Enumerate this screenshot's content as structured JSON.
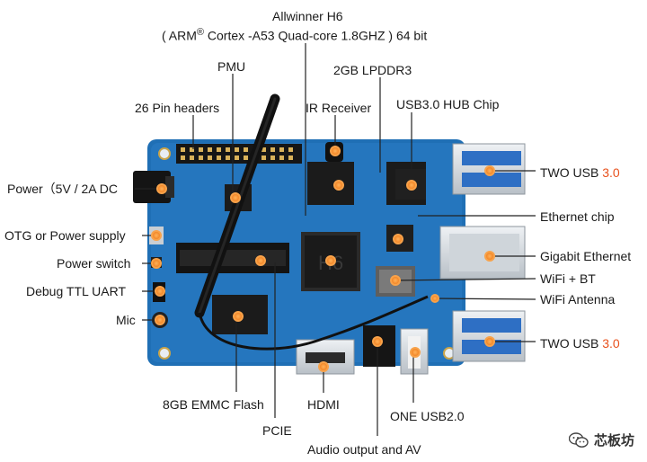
{
  "labels": {
    "soc_title": "Allwinner H6",
    "soc_detail_pre": "( ARM",
    "soc_detail_reg": "®",
    "soc_detail_post": " Cortex -A53 Quad-core 1.8GHZ ) 64 bit",
    "pmu": "PMU",
    "ram": "2GB LPDDR3",
    "pin_headers": "26 Pin headers",
    "ir_receiver": "IR Receiver",
    "usb_hub": "USB3.0 HUB Chip",
    "power": "Power（5V / 2A DC",
    "otg": "OTG or Power supply",
    "power_switch": "Power switch",
    "debug_uart": "Debug TTL UART",
    "mic": "Mic",
    "emmc": "8GB EMMC Flash",
    "hdmi": "HDMI",
    "pcie": "PCIE",
    "one_usb2": "ONE USB2.0",
    "audio": "Audio output and AV",
    "two_usb_top_pre": "TWO USB ",
    "two_usb_top_ver": "3.0",
    "ethernet_chip": "Ethernet chip",
    "gigabit": "Gigabit Ethernet",
    "wifi_bt": "WiFi + BT",
    "wifi_antenna": "WiFi Antenna",
    "two_usb_bottom_pre": "TWO USB ",
    "two_usb_bottom_ver": "3.0"
  },
  "watermark": "芯板坊",
  "colors": {
    "board": "#1f6fb5",
    "accent": "#f07a1a",
    "highlight": "#e8501c"
  }
}
